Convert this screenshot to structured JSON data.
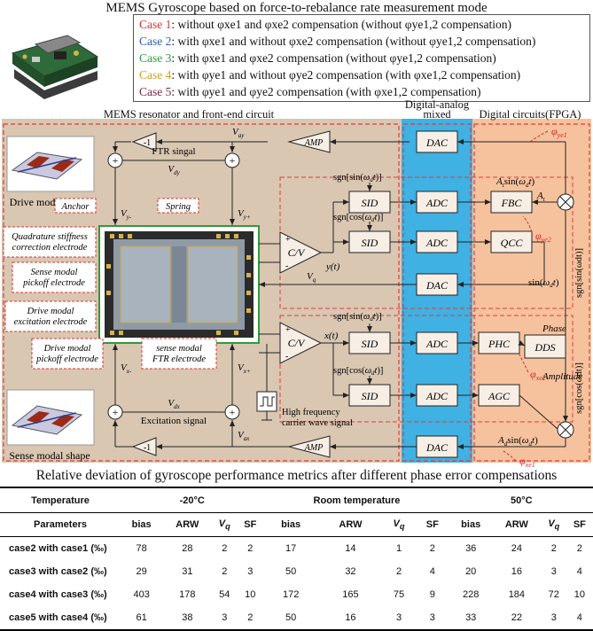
{
  "header": {
    "title": "MEMS Gyroscope based on force-to-rebalance rate measurement mode"
  },
  "cases": [
    {
      "name": "Case 1",
      "color": "#e0342c",
      "text": ": without φxe1 and φxe2 compensation (without φye1,2 compensation)"
    },
    {
      "name": "Case 2",
      "color": "#2f5fb0",
      "text": ": with φxe1 and without φxe2 compensation (without φye1,2 compensation)"
    },
    {
      "name": "Case 3",
      "color": "#2e9b3a",
      "text": ": with φxe1 and φxe2 compensation (without φye1,2 compensation)"
    },
    {
      "name": "Case 4",
      "color": "#d2a020",
      "text": ": with φye1 and without φye2 compensation (with φxe1,2 compensation)"
    },
    {
      "name": "Case 5",
      "color": "#7a2a3a",
      "text": ": with φye1 and φye2 compensation (with φxe1,2 compensation)"
    }
  ],
  "diagram": {
    "sections": {
      "mems": "MEMS resonator and front-end circuit",
      "mixed": "Digital-analog mixed",
      "digital": "Digital circuits(FPGA)"
    },
    "colors": {
      "mems_bg": "#d9c7b2",
      "mixed_bg": "#3fb1e3",
      "digital_bg": "#f6c29d",
      "dashed": "#e03c3c",
      "block_fill": "#f7efe6",
      "line": "#222222",
      "red_label": "#d62a2a"
    },
    "blocks": {
      "amp_top": "AMP",
      "amp_bottom": "AMP",
      "dac_top": "DAC",
      "dac_mid": "DAC",
      "dac_bottom": "DAC",
      "neg1_top": "-1",
      "neg1_bottom": "-1",
      "cv_top": "C/V",
      "cv_bottom": "C/V",
      "sid": "SID",
      "adc": "ADC",
      "fbc": "FBC",
      "qcc": "QCC",
      "phc": "PHC",
      "agc": "AGC",
      "dds": "DDS"
    },
    "labels": {
      "ftr_signal": "FTR singal",
      "excitation_signal": "Excitation signal",
      "drive_shape": "Drive modal shape",
      "sense_shape": "Sense modal shape",
      "anchor": "Anchor",
      "spring": "Spring",
      "quad_electrode": "Quadrature stiffness correction electrode",
      "sense_pickoff": "Sense modal pickoff electrode",
      "drive_excitation": "Drive modal excitation electrode",
      "drive_pickoff": "Drive modal pickoff electrode",
      "sense_ftr": "sense modal FTR electrode",
      "hf_carrier": "High frequency carrier wave signal",
      "vay": "V",
      "vdy": "V",
      "vy_minus": "V",
      "vy_plus": "V",
      "vq": "V",
      "vx_minus": "V",
      "vx_plus": "V",
      "vdx": "V",
      "vax": "V",
      "yt": "y(t)",
      "xt": "x(t)",
      "sgn_sin_1": "sgn[sin(ωdt)]",
      "sgn_cos_1": "sgn[cos(ωdt)]",
      "sgn_sin_2": "sgn[sin(ωdt)]",
      "sgn_cos_2": "sgn[cos(ωdt)]",
      "sin_wd": "sin(ωdt)",
      "sgn_sin_right": "sgn[sin(ωdt)]",
      "sgn_cos_right": "sgn[cos(ωdt)]",
      "at_sin": "Atsin(ωdt)",
      "at": "At",
      "ad_sin": "Adsin(ωdt)",
      "phase": "Phase",
      "amplitude": "Amplitude",
      "phi_ye1": "φye1",
      "phi_ye2": "φye2",
      "phi_xe2": "φxe2",
      "phi_xe1": "φxe1"
    }
  },
  "table": {
    "title": "Relative deviation of gyroscope performance metrics after different phase error compensations",
    "temperature_label": "Temperature",
    "temperatures": [
      "-20°C",
      "Room temperature",
      "50°C"
    ],
    "parameters_label": "Parameters",
    "metrics": [
      "bias",
      "ARW",
      "Vq",
      "SF"
    ],
    "rows": [
      {
        "name": "case2 with case1 (‰)",
        "values": [
          "78",
          "28",
          "2",
          "2",
          "17",
          "14",
          "1",
          "2",
          "36",
          "24",
          "2",
          "2"
        ]
      },
      {
        "name": "case3 with case2 (‰)",
        "values": [
          "29",
          "31",
          "2",
          "3",
          "50",
          "32",
          "2",
          "4",
          "20",
          "16",
          "3",
          "4"
        ]
      },
      {
        "name": "case4 with case3 (‰)",
        "values": [
          "403",
          "178",
          "54",
          "10",
          "172",
          "165",
          "75",
          "9",
          "228",
          "184",
          "72",
          "10"
        ]
      },
      {
        "name": "case5 with case4 (‰)",
        "values": [
          "61",
          "38",
          "3",
          "2",
          "50",
          "16",
          "3",
          "3",
          "33",
          "22",
          "3",
          "4"
        ]
      }
    ]
  }
}
